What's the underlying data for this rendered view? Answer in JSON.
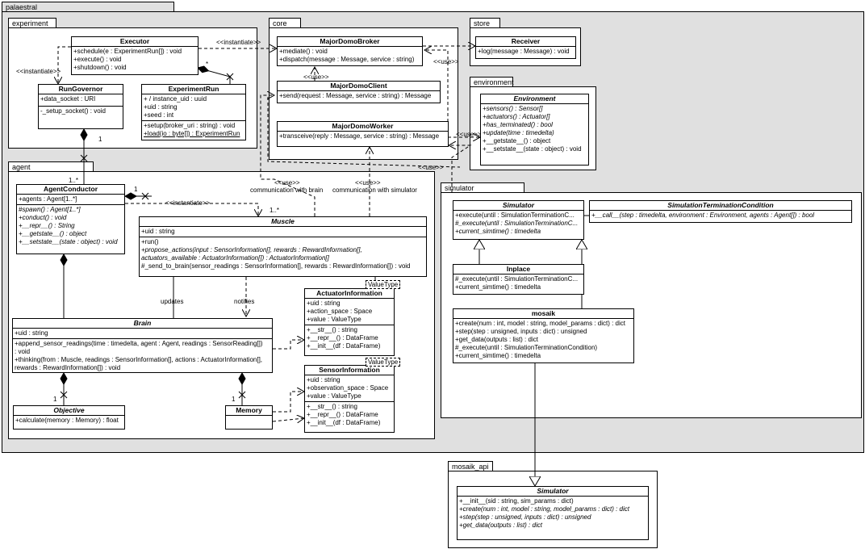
{
  "packages": {
    "palaestral": "palaestral",
    "experiment": "experiment",
    "core": "core",
    "store": "store",
    "environment": "environment",
    "agent": "agent",
    "simulator": "simulator",
    "mosaik_api": "mosaik_api"
  },
  "classes": {
    "executor": {
      "name": "Executor",
      "ops": [
        "+schedule(e : ExperimentRun[]) : void",
        "+execute() : void",
        "+shutdown() : void"
      ]
    },
    "run_governor": {
      "name": "RunGovernor",
      "attrs": [
        "+data_socket : URI"
      ],
      "ops": [
        "-_setup_socket() : void"
      ]
    },
    "experiment_run": {
      "name": "ExperimentRun",
      "attrs": [
        "+ / instance_uid : uuid",
        "+uid : string",
        "+seed : int"
      ],
      "ops": [
        "+setup(broker_uri : string) : void",
        "+load(io : byte[]) : ExperimentRun"
      ]
    },
    "broker": {
      "name": "MajorDomoBroker",
      "ops": [
        "+mediate() : void",
        "+dispatch(message : Message, service : string)"
      ]
    },
    "client": {
      "name": "MajorDomoClient",
      "ops": [
        "+send(request : Message, service : string) : Message"
      ]
    },
    "worker": {
      "name": "MajorDomoWorker",
      "ops": [
        "+transceive(reply : Message, service : string) : Message"
      ]
    },
    "receiver": {
      "name": "Receiver",
      "ops": [
        "+log(message : Message) : void"
      ]
    },
    "environment": {
      "name": "Environment",
      "ops": [
        "+sensors() : Sensor[]",
        "+actuators() : Actuator[]",
        "+has_terminated() : bool",
        "+update(time : timedelta)",
        "+__getstate__() : object",
        "+__setstate__(state : object) : void"
      ]
    },
    "agent_conductor": {
      "name": "AgentConductor",
      "attrs": [
        "+agents : Agent[1..*]"
      ],
      "ops": [
        "#spawn() : Agent[1..*]",
        "+conduct() : void",
        "+__repr__() : String",
        "+__getstate__() : object",
        "+__setstate__(state : object) : void"
      ]
    },
    "muscle": {
      "name": "Muscle",
      "attrs": [
        "+uid : string"
      ],
      "ops": [
        "+run()",
        "+propose_actions(input : SensorInformation[], rewards : RewardInformation[],",
        "actuators_available : ActuatorInformation[]) : ActuatorInformation[]",
        "#_send_to_brain(sensor_readings : SensorInformation[], rewards : RewardInformation[]) : void"
      ]
    },
    "brain": {
      "name": "Brain",
      "attrs": [
        "+uid : string"
      ],
      "ops": [
        "+append_sensor_readings(time : timedelta, agent : Agent, readings : SensorReading[])",
        ": void",
        "+thinking(from : Muscle, readings : SensorInformation[], actions : ActuatorInformation[],",
        "rewards : RewardInformation[]) : void"
      ]
    },
    "objective": {
      "name": "Objective",
      "ops": [
        "+calculate(memory : Memory) : float"
      ]
    },
    "memory": {
      "name": "Memory"
    },
    "actuator_information": {
      "name": "ActuatorInformation",
      "template": "ValueType",
      "attrs": [
        "+uid : string",
        "+action_space : Space",
        "+value : ValueType"
      ],
      "ops": [
        "+__str__() : string",
        "+__repr__() : DataFrame",
        "+__init__(df : DataFrame)"
      ]
    },
    "sensor_information": {
      "name": "SensorInformation",
      "template": "ValueType",
      "attrs": [
        "+uid : string",
        "+observation_space : Space",
        "+value : ValueType"
      ],
      "ops": [
        "+__str__() : string",
        "+__repr__() : DataFrame",
        "+__init__(df : DataFrame)"
      ]
    },
    "simulator": {
      "name": "Simulator",
      "ops": [
        "+execute(until : SimulationTerminationC...",
        "#_execute(until : SimulationTerminationC...",
        "+current_simtime() : timedelta"
      ]
    },
    "sim_term_cond": {
      "name": "SimulationTerminationCondition",
      "ops": [
        "+__call__(step : timedelta, environment : Environment, agents : Agent[]) : bool"
      ]
    },
    "inplace": {
      "name": "Inplace",
      "ops": [
        "#_execute(until : SimulationTerminationC...",
        "+current_simtime() : timedelta"
      ]
    },
    "mosaik": {
      "name": "mosaik",
      "ops": [
        "+create(num : int, model : string, model_params : dict) : dict",
        "+step(step : unsigned, inputs : dict) : unsigned",
        "+get_data(outputs : list) : dict",
        "#_execute(until : SimulationTerminationCondition)",
        "+current_simtime() : timedelta"
      ]
    },
    "api_simulator": {
      "name": "Simulator",
      "ops": [
        "+__init__(sid : string, sim_params : dict)",
        "+create(num : int, model : string, model_params : dict) : dict",
        "+step(step : unsigned, inputs : dict) : unsigned",
        "+get_data(outputs : list) : dict"
      ]
    }
  },
  "labels": {
    "instantiate": "<<instantiate>>",
    "use": "<<use>>",
    "comm_brain": "communication with brain",
    "comm_sim": "communication with simulator",
    "updates": "updates",
    "notifies": "notifies",
    "one": "1",
    "one_many": "1..*",
    "many": "*"
  }
}
